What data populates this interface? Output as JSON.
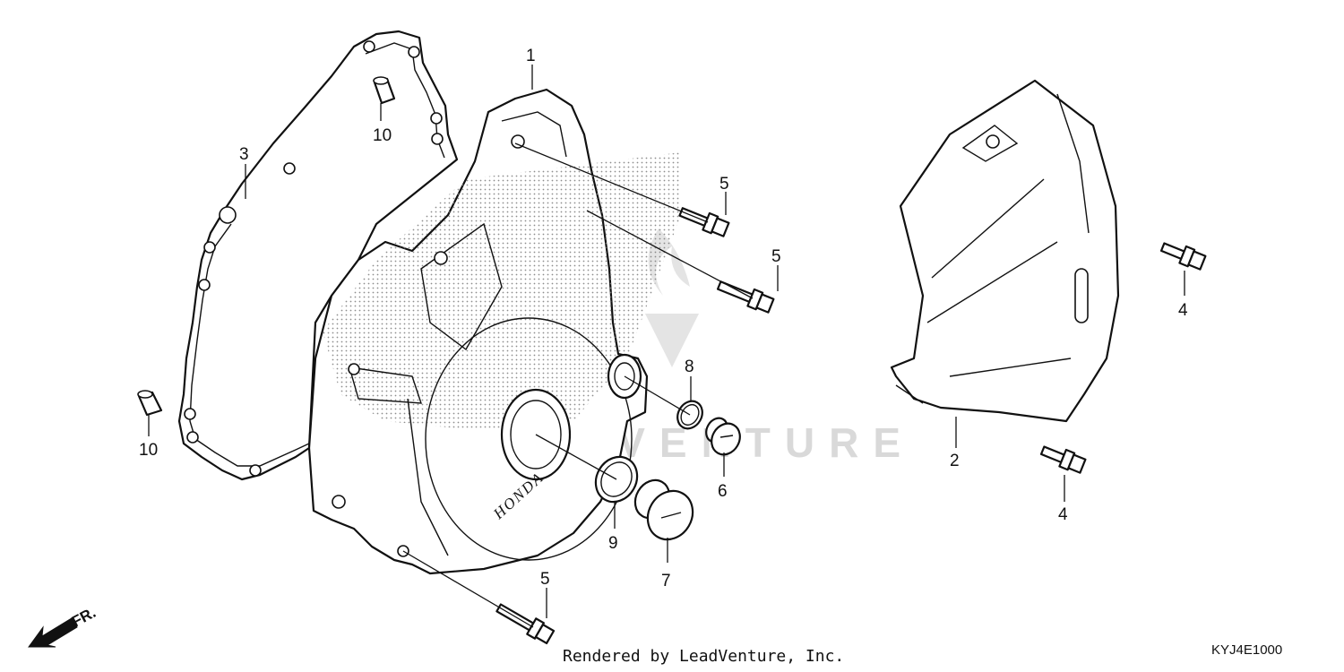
{
  "diagram": {
    "callouts": {
      "p1": "1",
      "p2": "2",
      "p3": "3",
      "p4a": "4",
      "p4b": "4",
      "p5a": "5",
      "p5b": "5",
      "p5c": "5",
      "p6": "6",
      "p7": "7",
      "p8": "8",
      "p9": "9",
      "p10a": "10",
      "p10b": "10"
    },
    "cover_brand": "HONDA",
    "watermark": "LEADVENTURE",
    "direction_label": "FR.",
    "credit": "Rendered by LeadVenture, Inc.",
    "diagram_code": "KYJ4E1000"
  }
}
